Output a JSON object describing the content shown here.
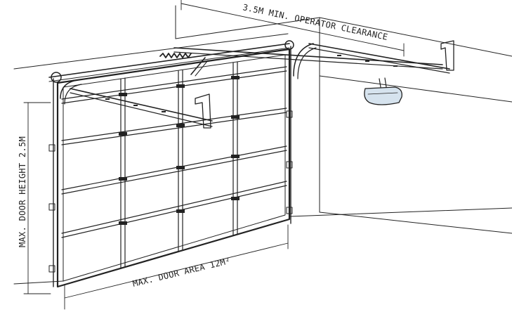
{
  "diagram": {
    "labels": {
      "operator_clearance": "3.5M MIN. OPERATOR CLEARANCE",
      "door_height": "MAX. DOOR HEIGHT 2.5M",
      "door_area": "MAX. DOOR AREA 12M²"
    },
    "colors": {
      "line": "#222222",
      "operator_head_fill": "#d6e3ee",
      "background": "#ffffff"
    },
    "door": {
      "rows": 5,
      "columns": 4
    }
  }
}
